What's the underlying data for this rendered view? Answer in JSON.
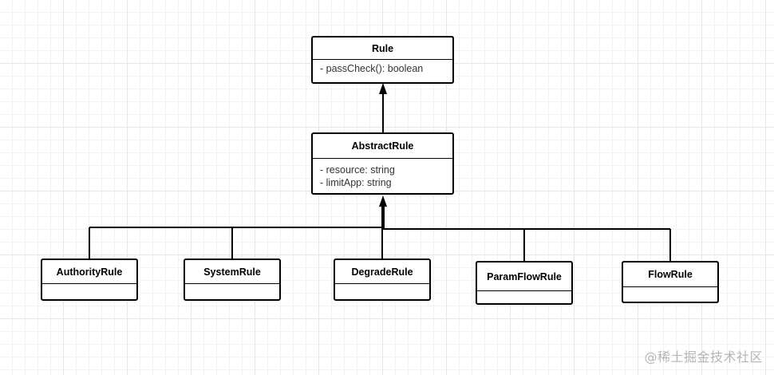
{
  "classes": {
    "rule": {
      "name": "Rule",
      "attributes": [
        "- passCheck(): boolean"
      ]
    },
    "abstract_rule": {
      "name": "AbstractRule",
      "attributes": [
        "- resource: string",
        "- limitApp: string"
      ]
    },
    "authority_rule": {
      "name": "AuthorityRule"
    },
    "system_rule": {
      "name": "SystemRule"
    },
    "degrade_rule": {
      "name": "DegradeRule"
    },
    "param_flow_rule": {
      "name": "ParamFlowRule"
    },
    "flow_rule": {
      "name": "FlowRule"
    }
  },
  "relations": [
    {
      "from": "abstract_rule",
      "to": "rule",
      "type": "inheritance"
    },
    {
      "from": "authority_rule",
      "to": "abstract_rule",
      "type": "inheritance"
    },
    {
      "from": "system_rule",
      "to": "abstract_rule",
      "type": "inheritance"
    },
    {
      "from": "degrade_rule",
      "to": "abstract_rule",
      "type": "inheritance"
    },
    {
      "from": "param_flow_rule",
      "to": "abstract_rule",
      "type": "inheritance"
    },
    {
      "from": "flow_rule",
      "to": "abstract_rule",
      "type": "inheritance"
    }
  ],
  "watermark": "@稀土掘金技术社区"
}
